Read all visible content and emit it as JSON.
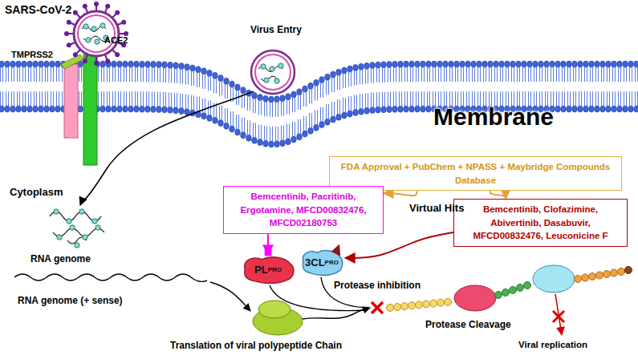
{
  "diagram": {
    "nodes": [
      {
        "text": [
          "FDA Approval + PubChem + NPASS + Maybridge Compounds Database"
        ]
      },
      {
        "text": [
          "Bemcentinib, Pacritinib, Ergotamine, MFCD00832476, MFCD02180753"
        ]
      },
      {
        "text": [
          "Bemcentinib, Clofazimine, Abivertinib, Dasabuvir, MFCD00832476, Leuconicine F"
        ]
      },
      {
        "text": [
          "PL",
          "PRO"
        ]
      },
      {
        "text": [
          "3CL",
          "PRO"
        ]
      }
    ],
    "edges": [
      {
        "from": 0,
        "to": 1,
        "arrow": "to"
      },
      {
        "from": 0,
        "to": 2,
        "arrow": "to"
      },
      {
        "from": 1,
        "to": 3,
        "arrow": "to"
      },
      {
        "from": 2,
        "to": 4,
        "arrow": "to"
      }
    ],
    "labels": [
      "SARS-CoV-2",
      "TMPRSS2",
      "ACE2",
      "Virus Entry",
      "Membrane",
      "Cytoplasm",
      "RNA genome",
      "RNA genome (+ sense)",
      "Translation of viral polypeptide Chain",
      "Protease inhibition",
      "Protease Cleavage",
      "Viral replication",
      "Virtual Hits"
    ]
  }
}
